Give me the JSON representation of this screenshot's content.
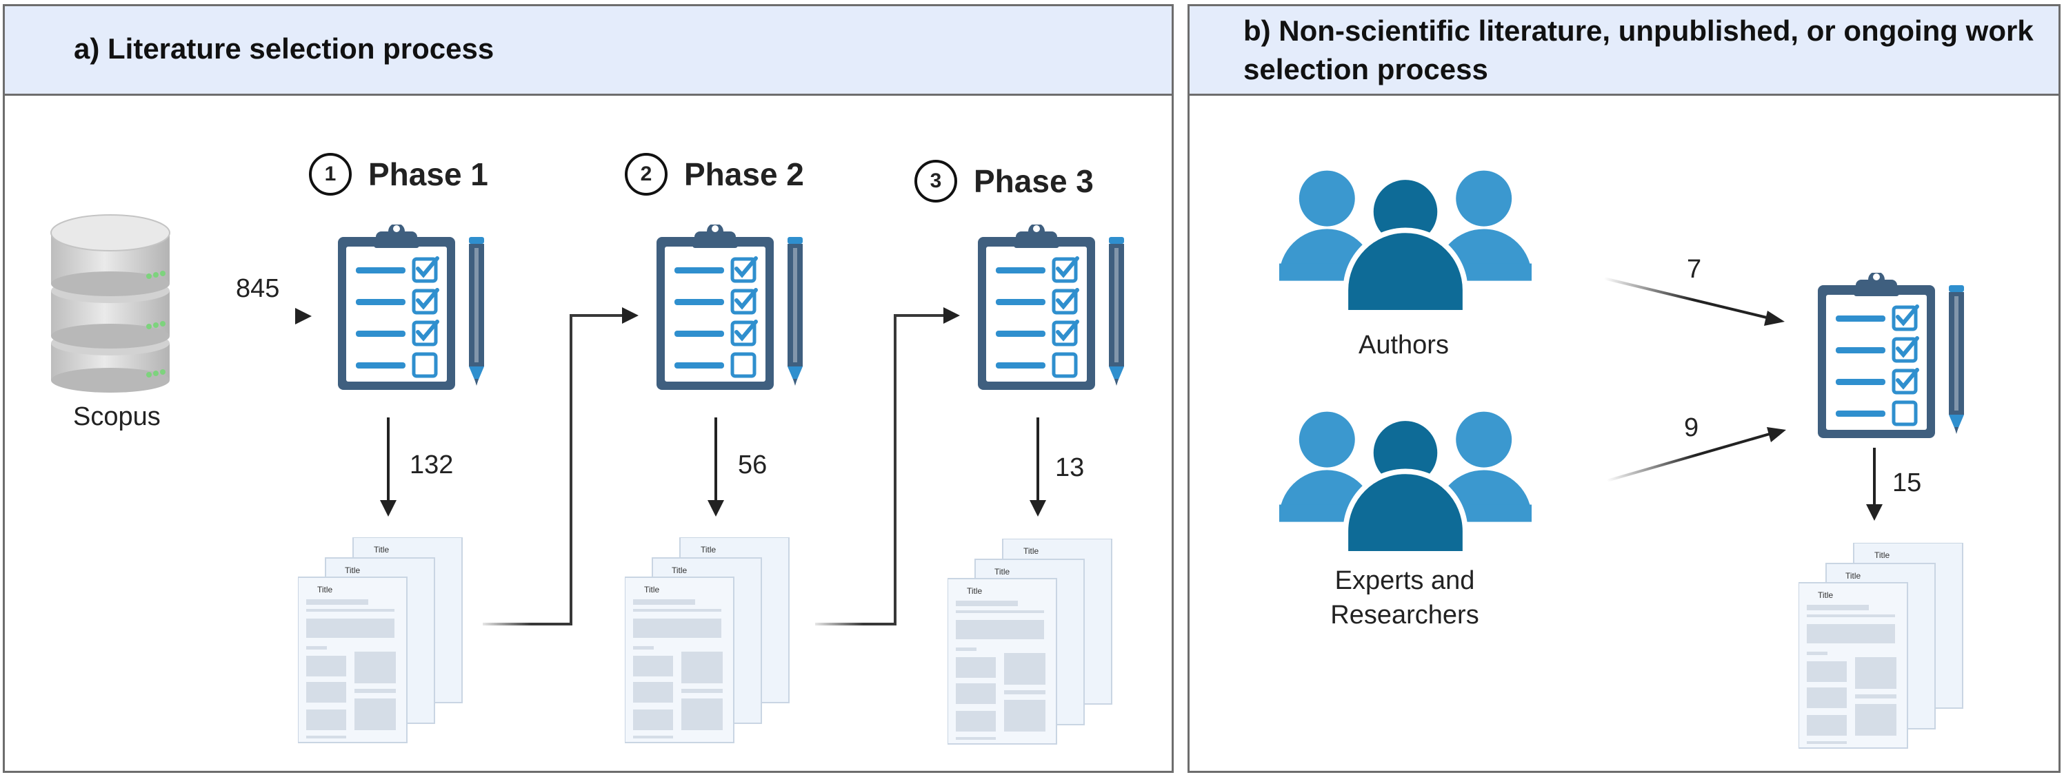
{
  "panel_a": {
    "title": "a) Literature selection process",
    "source_label": "Scopus",
    "phases": [
      {
        "num": "1",
        "label": "Phase 1"
      },
      {
        "num": "2",
        "label": "Phase 2"
      },
      {
        "num": "3",
        "label": "Phase 3"
      }
    ],
    "counts": {
      "input": "845",
      "after_phase1": "132",
      "after_phase2": "56",
      "after_phase3": "13"
    },
    "doc_title_text": "Title"
  },
  "panel_b": {
    "title": "b) Non-scientific literature, unpublished, or ongoing work selection process",
    "groups": [
      {
        "label": "Authors"
      },
      {
        "label": "Experts and Researchers"
      }
    ],
    "counts": {
      "from_authors": "7",
      "from_experts": "9",
      "output": "15"
    },
    "doc_title_text": "Title"
  },
  "colors": {
    "header_bg": "#e4ecfb",
    "clipboard_dark": "#3f5f7f",
    "check_blue": "#2f8fce",
    "people_light": "#3b98cf",
    "people_dark": "#0e6b97",
    "paper_bg": "#eef4fb",
    "paper_block": "#d5dde7"
  },
  "icons": [
    "database-icon",
    "clipboard-checklist-icon",
    "pencil-icon",
    "document-stack-icon",
    "people-group-icon"
  ]
}
